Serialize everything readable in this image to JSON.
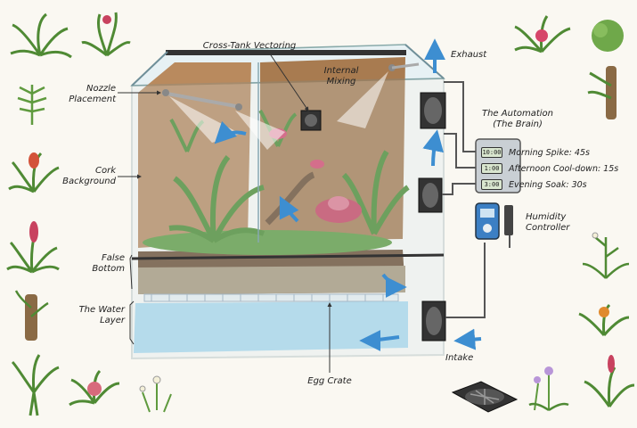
{
  "labels": {
    "cross_tank": "Cross-Tank Vectoring",
    "internal_mixing": "Internal Mixing",
    "exhaust": "Exhaust",
    "nozzle_placement": "Nozzle Placement",
    "cork_background": "Cork Background",
    "false_bottom": "False Bottom",
    "water_layer": "The Water Layer",
    "egg_crate": "Egg Crate",
    "intake": "Intake",
    "automation": "The Automation (The Brain)",
    "humidity_controller": "Humidity Controller"
  },
  "timers": [
    {
      "display": "10:00",
      "label": "Morning Spike: 45s"
    },
    {
      "display": "1:00",
      "label": "Afternoon Cool-down: 15s"
    },
    {
      "display": "3:00",
      "label": "Evening Soak: 30s"
    }
  ],
  "colors": {
    "glass": "#cfe4ec",
    "cork": "#b98a5e",
    "soil": "#6b4a2e",
    "water": "#9fd2ea",
    "foliage": "#5f9a3e",
    "bromeliad": "#c8425f",
    "airflow_arrow": "#3d8ed1"
  },
  "icons": [
    "fan-icon",
    "misting-nozzle-icon",
    "timer-controller-icon",
    "humidity-controller-icon",
    "plant-icon"
  ]
}
